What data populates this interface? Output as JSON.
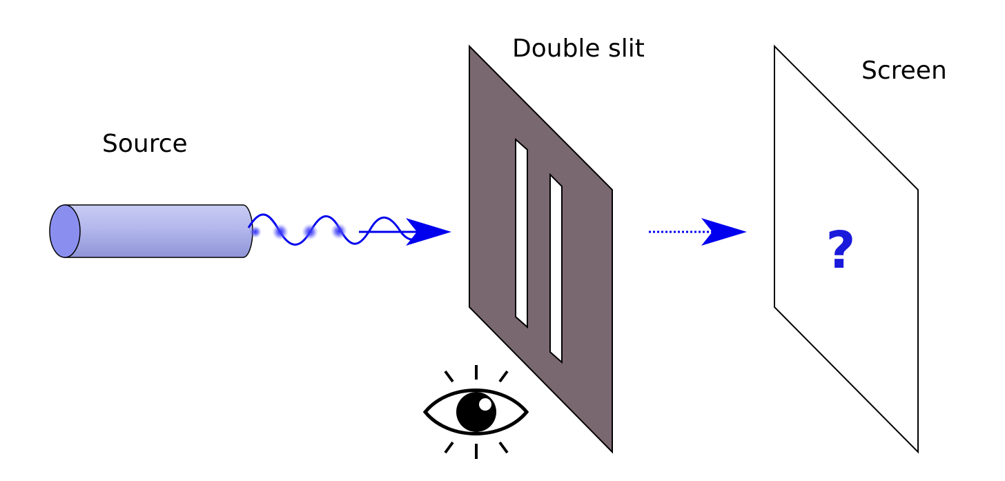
{
  "labels": {
    "source": "Source",
    "double_slit": "Double slit",
    "screen": "Screen",
    "screen_mark": "?"
  },
  "icons": {
    "source": "cylinder-emitter-icon",
    "wave": "wave-packet-icon",
    "observer": "eye-icon"
  },
  "colors": {
    "beam": "#0000ee",
    "barrier": "#7a6870",
    "cylinder_body": "#a9aee6",
    "cylinder_face": "#8a8fef",
    "question_mark": "#1a1adb"
  }
}
